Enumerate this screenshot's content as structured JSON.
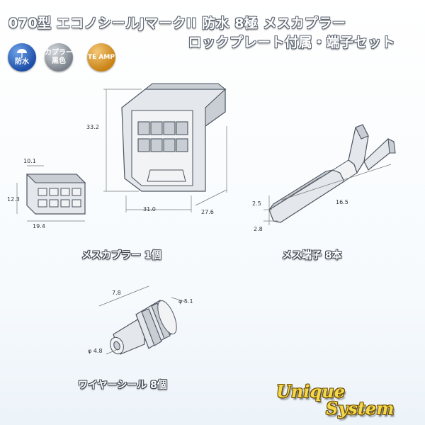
{
  "title": {
    "line1": "070型 エコノシールJマークII 防水 8極 メスカプラー",
    "line2": "ロックプレート付属・端子セット"
  },
  "badges": {
    "waterproof": "防水",
    "color_line1": "カプラー",
    "color_line2": "黒色",
    "maker": "TE AMP"
  },
  "coupler": {
    "caption": "メスカプラー 1個",
    "dims": {
      "height": "33.2",
      "width": "31.0",
      "depth": "27.6"
    }
  },
  "lock_plate": {
    "dims": {
      "width": "10.1",
      "height": "12.3",
      "length": "19.4"
    }
  },
  "terminal": {
    "caption": "メス端子 8本",
    "dims": {
      "length": "16.5",
      "width": "2.5",
      "height": "2.8"
    }
  },
  "seal": {
    "caption": "ワイヤーシール 8個",
    "dims": {
      "length": "7.8",
      "outer_diameter": "φ 5.1",
      "inner_diameter": "φ 4.8"
    }
  },
  "logo": {
    "word1": "Unique",
    "word2": "System"
  }
}
